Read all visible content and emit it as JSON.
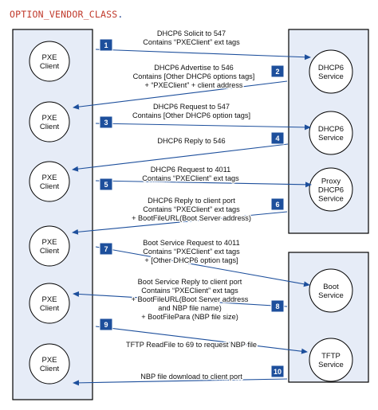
{
  "header": {
    "title": "OPTION_VENDOR_CLASS",
    "title_end": "."
  },
  "colors": {
    "panel": "#e6ecf7",
    "badge": "#1d4f9c",
    "arrow": "#1d4f9c",
    "title": "#c0392b"
  },
  "clients": [
    [
      "PXE",
      "Client"
    ],
    [
      "PXE",
      "Client"
    ],
    [
      "PXE",
      "Client"
    ],
    [
      "PXE",
      "Client"
    ],
    [
      "PXE",
      "Client"
    ],
    [
      "PXE",
      "Client"
    ]
  ],
  "services": [
    [
      "DHCP6",
      "Service"
    ],
    [
      "DHCP6",
      "Service"
    ],
    [
      "Proxy",
      "DHCP6",
      "Service"
    ],
    [
      "Boot",
      "Service"
    ],
    [
      "TFTP",
      "Service"
    ]
  ],
  "steps": [
    {
      "num": "1",
      "lines": [
        "DHCP6 Solicit to 547",
        "Contains “PXEClient” ext tags"
      ]
    },
    {
      "num": "2",
      "lines": [
        "DHCP6 Advertise to 546",
        "Contains [Other DHCP6 options tags]",
        "+ “PXEClient” + client address"
      ]
    },
    {
      "num": "3",
      "lines": [
        "DHCP6 Request to 547",
        "Contains [Other DHCP6 option tags]"
      ]
    },
    {
      "num": "4",
      "lines": [
        "DHCP6 Reply to 546"
      ]
    },
    {
      "num": "5",
      "lines": [
        "DHCP6 Request to 4011",
        "Contains “PXEClient” ext tags"
      ]
    },
    {
      "num": "6",
      "lines": [
        "DHCP6 Reply to client port",
        "Contains “PXEClient” ext tags",
        "+ BootFileURL(Boot Server address)"
      ]
    },
    {
      "num": "7",
      "lines": [
        "Boot Service Request to 4011",
        "Contains “PXEClient” ext tags",
        "+ [Other DHCP6 option tags]"
      ]
    },
    {
      "num": "8",
      "lines": [
        "Boot Service Reply to client port",
        "Contains “PXEClient” ext tags",
        "+ BootFileURL(Boot Server address",
        "and NBP file name)",
        "+ BootFilePara (NBP file size)"
      ]
    },
    {
      "num": "9",
      "lines": [
        "TFTP ReadFile to 69 to request NBP file"
      ]
    },
    {
      "num": "10",
      "lines": [
        "NBP file download to client port"
      ]
    }
  ]
}
